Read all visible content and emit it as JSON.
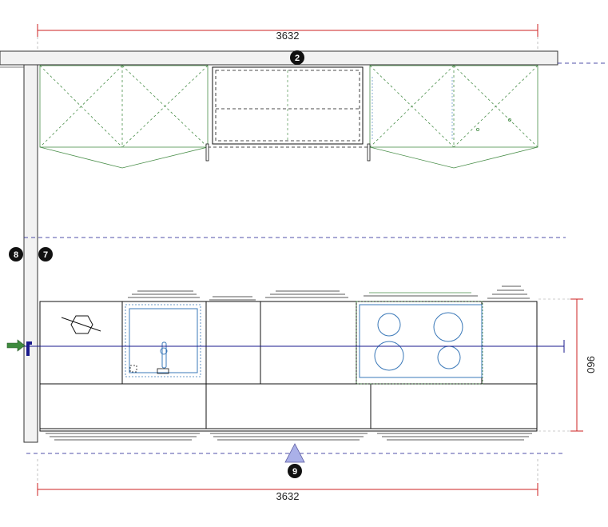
{
  "dimensions": {
    "top_width": "3632",
    "bottom_width": "3632",
    "right_depth": "960"
  },
  "markers": {
    "top": "2",
    "left_outer": "8",
    "left_inner": "7",
    "bottom": "9"
  },
  "colors": {
    "dimension_line": "#cc2222",
    "section_line": "#1a1a8c",
    "upper_cabinet_lines": "#4a8f4a",
    "appliance_lines": "#3a78b8",
    "wall": "#f2f2f2",
    "section_marker": "#aab0e8",
    "entry_arrow": "#3e8a3e"
  }
}
